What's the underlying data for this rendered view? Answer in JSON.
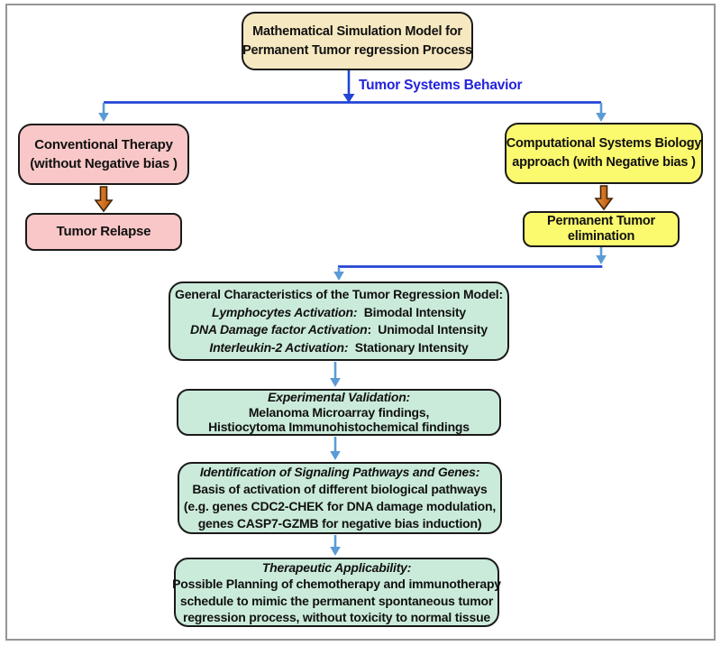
{
  "diagram": {
    "top_box": {
      "lines": [
        {
          "normal": "Mathematical Simulation Model for"
        },
        {
          "normal": "Permanent Tumor regression Process"
        }
      ]
    },
    "behavior_label": "Tumor Systems Behavior",
    "left_branch": {
      "therapy_box": {
        "lines": [
          {
            "normal": "Conventional Therapy"
          },
          {
            "normal": "(without Negative bias )"
          }
        ]
      },
      "relapse_box": "Tumor Relapse"
    },
    "right_branch": {
      "approach_box": {
        "lines": [
          {
            "normal": "Computational Systems Biology"
          },
          {
            "normal": "approach (with Negative bias )"
          }
        ]
      },
      "elimination_box": {
        "lines": [
          {
            "normal": "Permanent Tumor"
          },
          {
            "normal": "elimination"
          }
        ]
      }
    },
    "characteristics_box": {
      "lines": [
        {
          "normal": "General Characteristics of the Tumor Regression Model:"
        },
        {
          "italic": "Lymphocytes Activation:",
          "normal": "  Bimodal Intensity"
        },
        {
          "italic": "DNA Damage factor Activation",
          "normal": ":  Unimodal Intensity"
        },
        {
          "italic": "Interleukin-2 Activation:",
          "normal": "  Stationary Intensity"
        }
      ]
    },
    "validation_box": {
      "lines": [
        {
          "italic": "Experimental Validation:"
        },
        {
          "normal": "Melanoma Microarray findings,"
        },
        {
          "normal": "Histiocytoma Immunohistochemical findings"
        }
      ]
    },
    "pathways_box": {
      "lines": [
        {
          "italic": "Identification of Signaling Pathways and Genes:"
        },
        {
          "normal": "Basis of activation of different biological pathways"
        },
        {
          "normal": "(e.g. genes CDC2-CHEK for DNA damage modulation,"
        },
        {
          "normal": "genes CASP7-GZMB for negative bias induction)"
        }
      ]
    },
    "therapeutic_box": {
      "lines": [
        {
          "italic": "Therapeutic Applicability:"
        },
        {
          "normal": "Possible Planning of chemotherapy and immunotherapy"
        },
        {
          "normal": "schedule to mimic the permanent spontaneous tumor"
        },
        {
          "normal": "regression process, without toxicity to normal tissue"
        }
      ]
    }
  },
  "colors": {
    "frame": "#969696",
    "dark_blue_connector": "#2244D5",
    "light_blue_arrow": "#5B9BD5",
    "label_blue": "#2222DC",
    "orange_arrow": "#D2691E",
    "cream_box": "#F6E8C0",
    "pink_box": "#F9C7C7",
    "yellow_box": "#FBF96E",
    "green_box": "#CBEBDA",
    "box_border": "#1a1a1a",
    "text": "#111111"
  }
}
